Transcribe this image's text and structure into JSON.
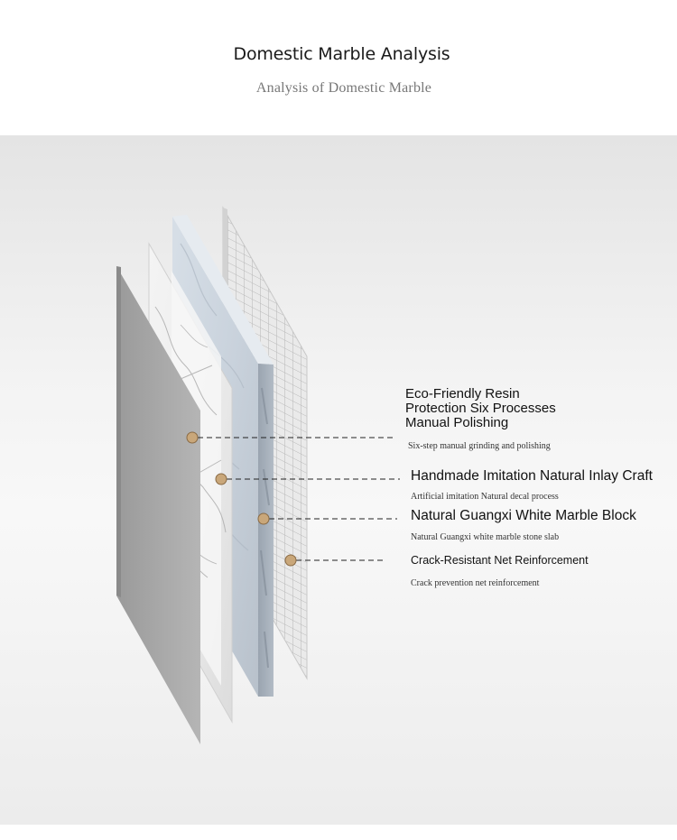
{
  "header": {
    "title": "Domestic Marble Analysis",
    "subtitle": "Analysis of Domestic Marble"
  },
  "callouts": [
    {
      "main_lines": [
        "Eco-Friendly Resin",
        "Protection Six Processes",
        "Manual Polishing"
      ],
      "sub": "Six-step manual grinding and polishing"
    },
    {
      "main_lines": [
        "Handmade Imitation Natural Inlay Craft"
      ],
      "sub": "Artificial imitation Natural decal process"
    },
    {
      "main_lines": [
        "Natural Guangxi White Marble Block"
      ],
      "sub": "Natural Guangxi white marble stone slab"
    },
    {
      "main_lines": [
        "Crack-Resistant Net Reinforcement"
      ],
      "sub": "Crack prevention net reinforcement"
    }
  ],
  "colors": {
    "dot": "#c9a77a",
    "leader": "#222222",
    "background": "#f2f2f2"
  }
}
